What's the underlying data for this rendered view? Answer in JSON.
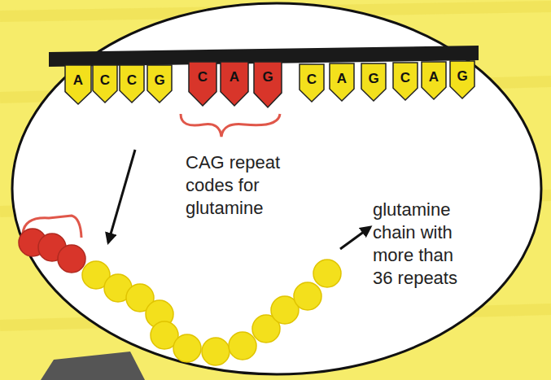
{
  "diagram": {
    "nodes": [
      {
        "text": [
          "A"
        ]
      },
      {
        "text": [
          "C"
        ]
      },
      {
        "text": [
          "C"
        ]
      },
      {
        "text": [
          "G"
        ]
      },
      {
        "text": [
          "C"
        ]
      },
      {
        "text": [
          "A"
        ]
      },
      {
        "text": [
          "G"
        ]
      },
      {
        "text": [
          "C"
        ]
      },
      {
        "text": [
          "A"
        ]
      },
      {
        "text": [
          "G"
        ]
      },
      {
        "text": [
          "C"
        ]
      },
      {
        "text": [
          "A"
        ]
      },
      {
        "text": [
          "G"
        ]
      }
    ],
    "labels": [
      "CAG repeat codes for glutamine",
      "glutamine chain with more than 36 repeats"
    ]
  }
}
